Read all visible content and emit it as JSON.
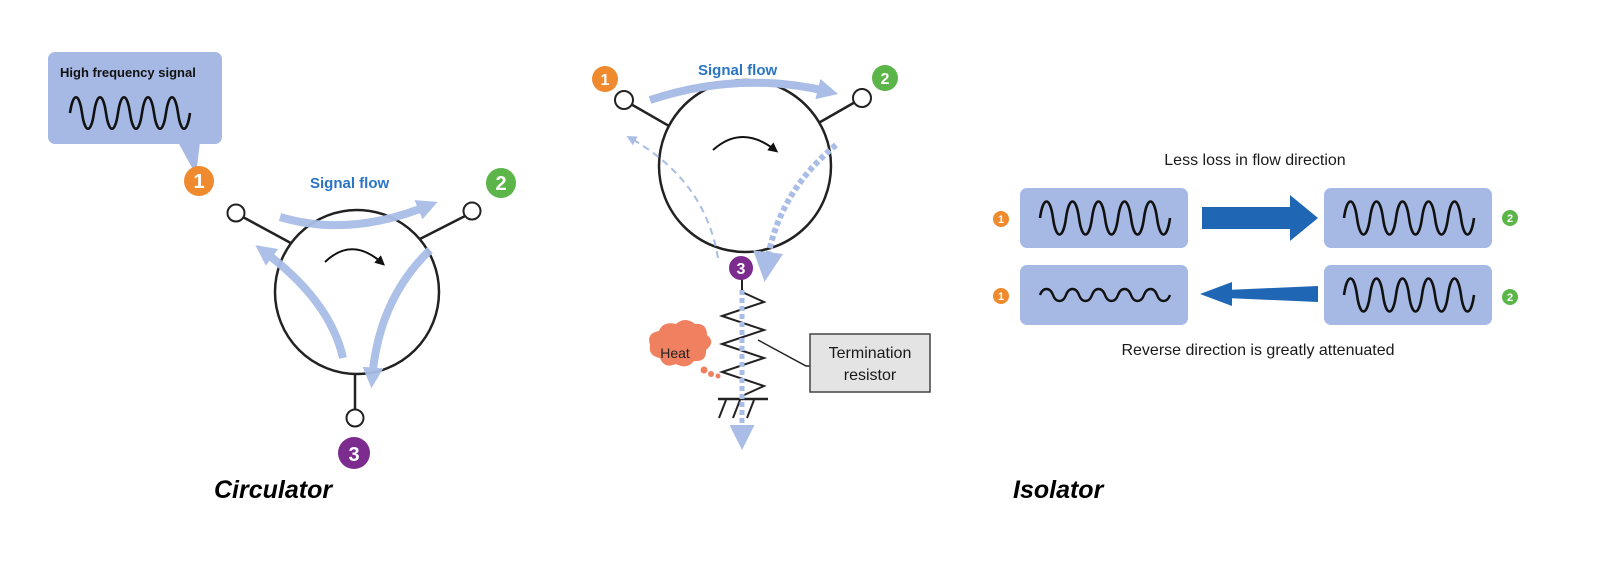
{
  "circulator": {
    "caption": "Circulator",
    "signal_label": "High frequency signal",
    "flow_label": "Signal flow",
    "ports": [
      "1",
      "2",
      "3"
    ]
  },
  "isolator": {
    "caption": "Isolator",
    "flow_label": "Signal flow",
    "ports": [
      "1",
      "2",
      "3"
    ],
    "heat_label": "Heat",
    "resistor_label_line1": "Termination",
    "resistor_label_line2": "resistor",
    "forward_text": "Less loss in flow direction",
    "reverse_text": "Reverse direction is greatly attenuated",
    "wave_ports": [
      "1",
      "2",
      "1",
      "2"
    ]
  },
  "colors": {
    "port1": "#ef8a2e",
    "port2": "#5bb548",
    "port3": "#7b2c8e",
    "flow_arrow": "#a9bde6",
    "panel": "#a6b9e4",
    "forward_arrow": "#1f66b5",
    "flow_text": "#2a74c4",
    "heat": "#f08160"
  },
  "icons": [
    "sine-wave-icon",
    "rotation-arrow-icon",
    "resistor-icon",
    "ground-icon",
    "heat-cloud-icon"
  ]
}
